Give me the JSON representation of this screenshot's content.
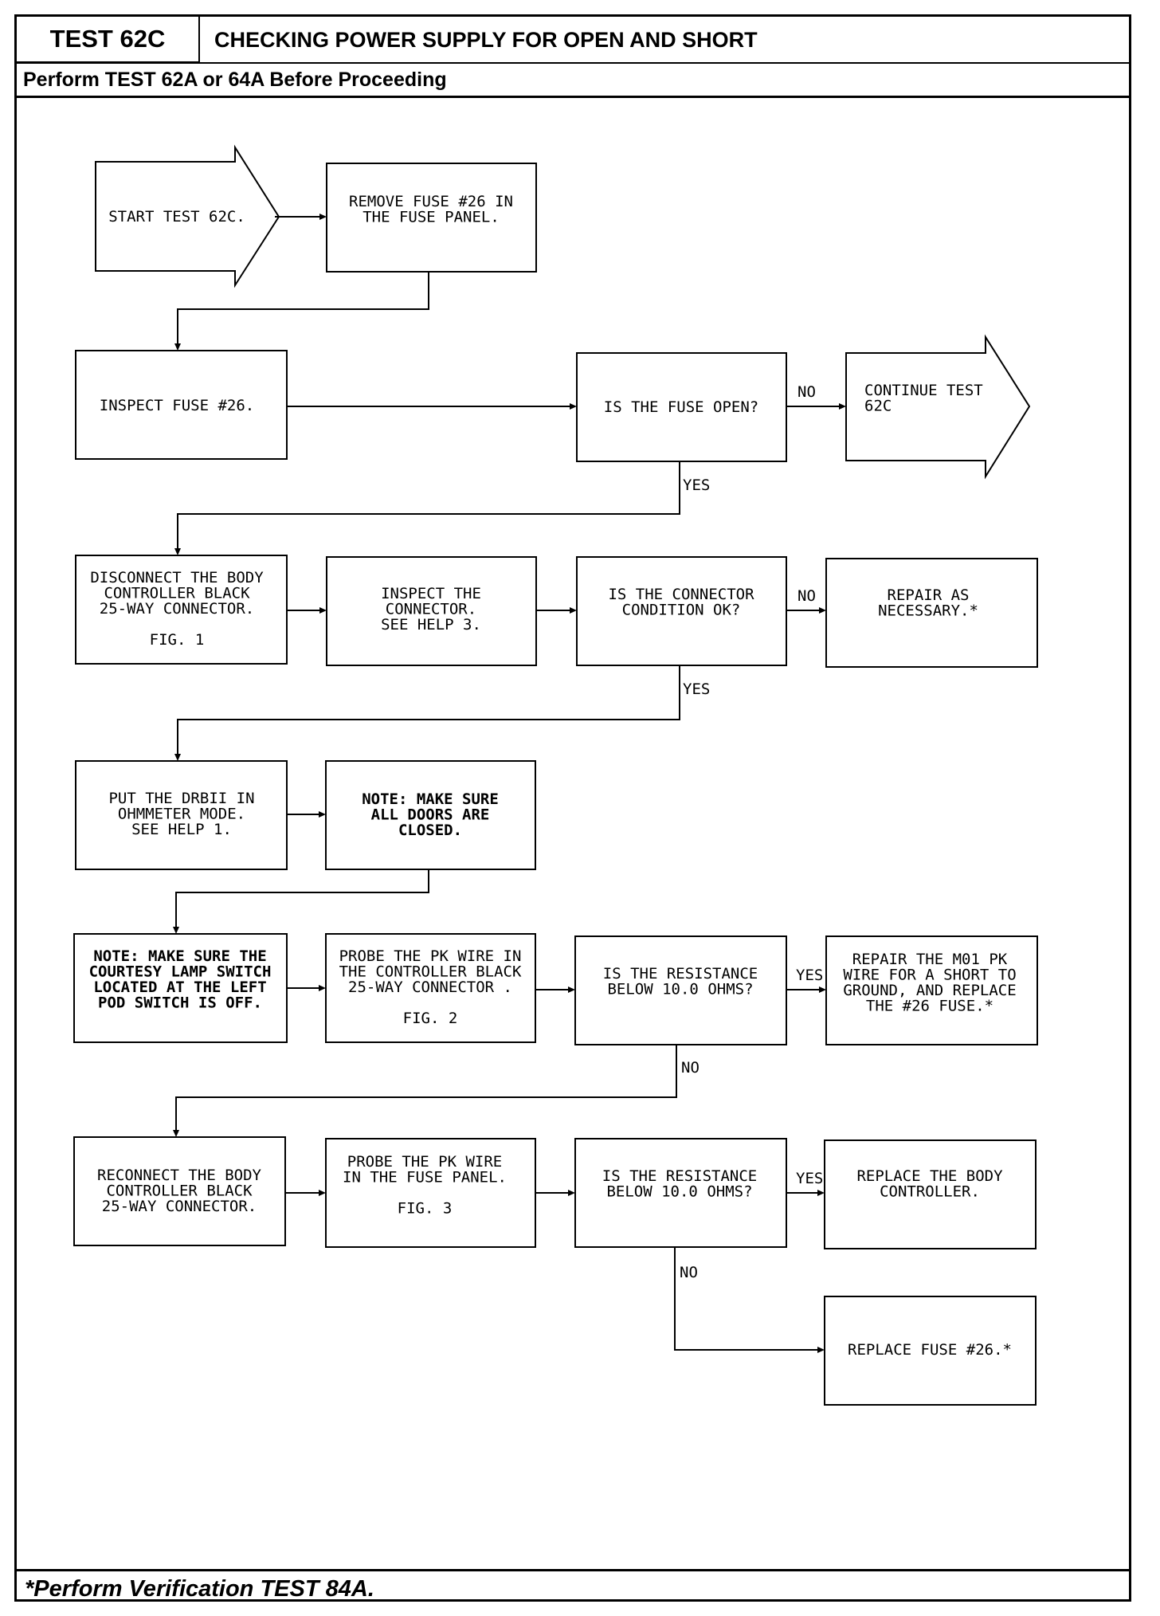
{
  "header": {
    "test_id": "TEST 62C",
    "title": "CHECKING POWER SUPPLY FOR OPEN AND SHORT",
    "prerequisite": "Perform TEST 62A or 64A Before Proceeding"
  },
  "footer": {
    "note": "*Perform Verification TEST 84A."
  },
  "flowchart": {
    "start": [
      "START TEST 62C."
    ],
    "remove_fuse": [
      "REMOVE FUSE #26 IN",
      "THE FUSE PANEL."
    ],
    "inspect_fuse": [
      "INSPECT FUSE #26."
    ],
    "q_fuse_open": [
      "IS THE FUSE OPEN?"
    ],
    "continue": [
      "CONTINUE TEST",
      "62C"
    ],
    "disconnect": [
      "DISCONNECT THE BODY",
      "CONTROLLER BLACK",
      "25-WAY CONNECTOR.",
      "",
      "FIG. 1"
    ],
    "inspect_connector": [
      "INSPECT THE",
      "CONNECTOR.",
      "SEE HELP 3."
    ],
    "q_connector_ok": [
      "IS THE CONNECTOR",
      "CONDITION OK?"
    ],
    "repair": [
      "REPAIR AS",
      "NECESSARY.*"
    ],
    "put_drbii": [
      "PUT THE DRBII IN",
      "OHMMETER MODE.",
      "SEE HELP 1."
    ],
    "note_doors": [
      "NOTE:  MAKE SURE",
      "ALL DOORS ARE",
      "CLOSED."
    ],
    "note_courtesy": [
      "NOTE:  MAKE SURE THE",
      "COURTESY LAMP SWITCH",
      "LOCATED AT THE LEFT",
      "POD SWITCH IS OFF."
    ],
    "probe_pk_connector": [
      "PROBE THE PK WIRE IN",
      "THE CONTROLLER BLACK",
      "25-WAY CONNECTOR .",
      "",
      "FIG. 2"
    ],
    "q_resistance_1": [
      "IS THE RESISTANCE",
      "BELOW 10.0 OHMS?"
    ],
    "repair_m01": [
      "REPAIR THE M01 PK",
      "WIRE FOR A SHORT TO",
      "GROUND, AND REPLACE",
      "THE #26 FUSE.*"
    ],
    "reconnect": [
      "RECONNECT THE BODY",
      "CONTROLLER BLACK",
      "25-WAY CONNECTOR."
    ],
    "probe_pk_fuse": [
      "PROBE THE PK WIRE",
      "IN THE FUSE PANEL.",
      "",
      "FIG. 3"
    ],
    "q_resistance_2": [
      "IS THE RESISTANCE",
      "BELOW 10.0 OHMS?"
    ],
    "replace_controller": [
      "REPLACE THE BODY",
      "CONTROLLER."
    ],
    "replace_fuse": [
      "REPLACE FUSE #26.*"
    ],
    "labels": {
      "no": "NO",
      "yes": "YES"
    }
  }
}
